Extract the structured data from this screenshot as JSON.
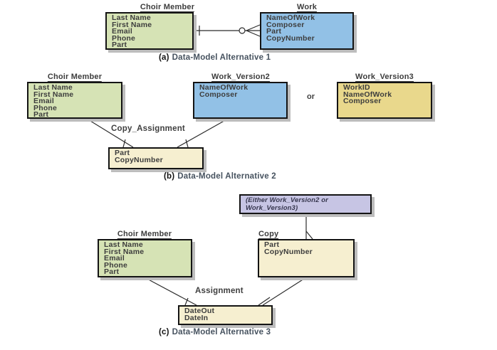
{
  "figure": {
    "sections": {
      "a": {
        "caption_label": "(a)",
        "caption_text": "Data-Model Alternative 1",
        "entities": {
          "choir_member": {
            "title": "Choir Member",
            "attributes": [
              "Last Name",
              "First Name",
              "Email",
              "Phone",
              "Part"
            ]
          },
          "work": {
            "title": "Work",
            "attributes": [
              "NameOfWork",
              "Composer",
              "Part",
              "CopyNumber"
            ]
          }
        },
        "cardinality": "one (bar) to zero-or-many (circle + crow's foot)"
      },
      "b": {
        "caption_label": "(b)",
        "caption_text": "Data-Model Alternative 2",
        "or_label": "or",
        "relationship_label": "Copy_Assignment",
        "entities": {
          "choir_member": {
            "title": "Choir Member",
            "attributes": [
              "Last Name",
              "First Name",
              "Email",
              "Phone",
              "Part"
            ]
          },
          "work_version2": {
            "title": "Work_Version2",
            "attributes": [
              "NameOfWork",
              "Composer"
            ]
          },
          "work_version3": {
            "title": "Work_Version3",
            "attributes": [
              "WorkID",
              "NameOfWork",
              "Composer"
            ]
          },
          "copy_assignment": {
            "attributes": [
              "Part",
              "CopyNumber"
            ]
          }
        }
      },
      "c": {
        "caption_label": "(c)",
        "caption_text": "Data-Model Alternative 3",
        "relationship_label": "Assignment",
        "note": [
          "(Either Work_Version2 or",
          "Work_Version3)"
        ],
        "entities": {
          "choir_member": {
            "title": "Choir Member",
            "attributes": [
              "Last Name",
              "First Name",
              "Email",
              "Phone",
              "Part"
            ]
          },
          "copy": {
            "title": "Copy",
            "attributes": [
              "Part",
              "CopyNumber"
            ]
          },
          "assignment": {
            "attributes": [
              "DateOut",
              "DateIn"
            ]
          }
        }
      }
    },
    "colors": {
      "entity_green": "#d6e3b5",
      "entity_blue": "#92c1e6",
      "entity_yellow": "#e9d88c",
      "entity_cream": "#f6efd0",
      "entity_lavender": "#c7c5e4",
      "border": "#141414",
      "text": "#3d3d3d",
      "caption_accent": "#46525f"
    }
  }
}
